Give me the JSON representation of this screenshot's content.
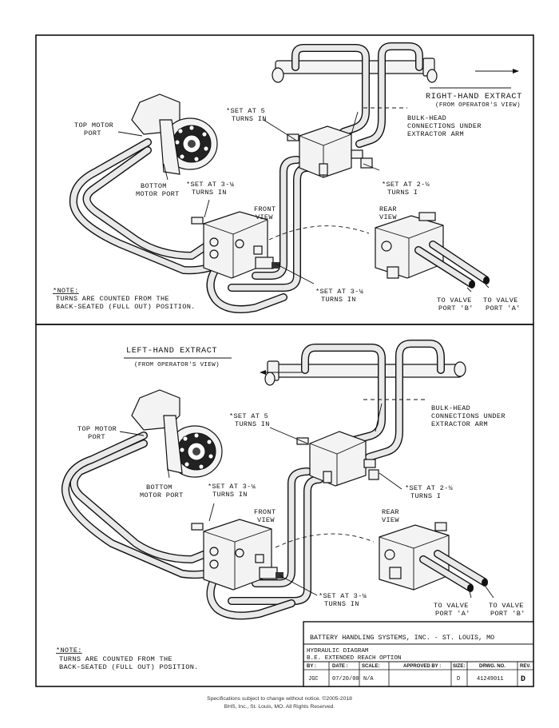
{
  "top_panel": {
    "title": "RIGHT-HAND EXTRACT",
    "subtitle": "(FROM OPERATOR'S VIEW)",
    "top_motor_port": [
      "TOP MOTOR",
      "PORT"
    ],
    "bottom_motor_port": [
      "BOTTOM",
      "MOTOR PORT"
    ],
    "set_5": [
      "*SET AT 5",
      "TURNS IN"
    ],
    "bulkhead": [
      "BULK-HEAD",
      "CONNECTIONS UNDER",
      "EXTRACTOR ARM"
    ],
    "set_3q_upper": [
      "*SET AT 3-¼",
      "TURNS IN"
    ],
    "set_2h": [
      "*SET AT 2-½",
      "TURNS I"
    ],
    "front_view": [
      "FRONT",
      "VIEW"
    ],
    "rear_view": [
      "REAR",
      "VIEW"
    ],
    "set_3q_lower": [
      "*SET AT 3-¼",
      "TURNS IN"
    ],
    "note_title": "*NOTE:",
    "note_lines": [
      "TURNS ARE COUNTED FROM THE",
      "BACK-SEATED (FULL OUT) POSITION."
    ],
    "valve_left": [
      "TO VALVE",
      "PORT 'B'"
    ],
    "valve_right": [
      "TO VALVE",
      "PORT 'A'"
    ]
  },
  "bottom_panel": {
    "title": "LEFT-HAND EXTRACT",
    "subtitle": "(FROM OPERATOR'S VIEW)",
    "top_motor_port": [
      "TOP MOTOR",
      "PORT"
    ],
    "bottom_motor_port": [
      "BOTTOM",
      "MOTOR PORT"
    ],
    "set_5": [
      "*SET AT 5",
      "TURNS IN"
    ],
    "bulkhead": [
      "BULK-HEAD",
      "CONNECTIONS UNDER",
      "EXTRACTOR ARM"
    ],
    "set_3q_upper": [
      "*SET AT 3-¼",
      "TURNS IN"
    ],
    "set_2h": [
      "*SET AT 2-½",
      "TURNS I"
    ],
    "front_view": [
      "FRONT",
      "VIEW"
    ],
    "rear_view": [
      "REAR",
      "VIEW"
    ],
    "set_3q_lower": [
      "*SET AT 3-¼",
      "TURNS IN"
    ],
    "note_title": "*NOTE:",
    "note_lines": [
      "TURNS ARE COUNTED FROM THE",
      "BACK-SEATED (FULL OUT) POSITION."
    ],
    "valve_left": [
      "TO VALVE",
      "PORT 'A'"
    ],
    "valve_right": [
      "TO VALVE",
      "PORT 'B'"
    ]
  },
  "title_block": {
    "company": "BATTERY HANDLING SYSTEMS, INC. - ST. LOUIS, MO",
    "drawing_title": [
      "HYDRAULIC DIAGRAM",
      "B.E. EXTENDED REACH OPTION"
    ],
    "headers": [
      "BY :",
      "DATE :",
      "SCALE:",
      "APPROVED BY :",
      "SIZE:",
      "DRWG. NO.",
      "REV."
    ],
    "values": [
      "JGC",
      "07/20/00",
      "N/A",
      "",
      "D",
      "41249011",
      "D"
    ]
  },
  "footer": [
    "Specifications subject to change without notice. ©2005-2018",
    "BHS, Inc., St. Louis, MO.  All Rights Reserved."
  ],
  "colors": {
    "ink": "#111111",
    "paper": "#ffffff",
    "hose_fill": "#e9e9e9"
  }
}
